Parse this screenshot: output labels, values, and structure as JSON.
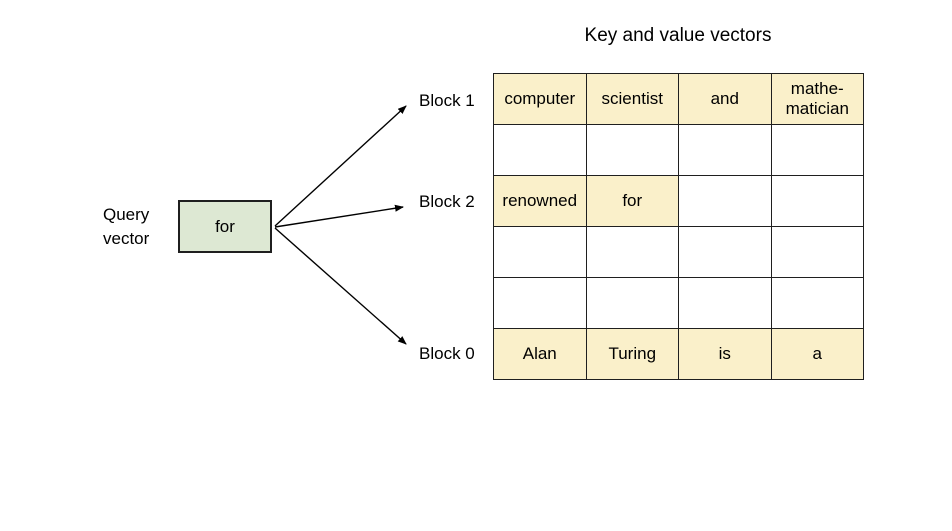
{
  "title": "Key and value vectors",
  "query_vector": {
    "label_line1": "Query",
    "label_line2": "vector",
    "box_label": "for"
  },
  "blocks": [
    {
      "label": "Block 1"
    },
    {
      "label": "Block 2"
    },
    {
      "label": "Block 0"
    }
  ],
  "table": {
    "rows": [
      {
        "cells": [
          {
            "text": "computer",
            "highlighted": true
          },
          {
            "text": "scientist",
            "highlighted": true
          },
          {
            "text": "and",
            "highlighted": true
          },
          {
            "text": "mathe-\nmatician",
            "highlighted": true
          }
        ]
      },
      {
        "cells": [
          {
            "text": "",
            "highlighted": false
          },
          {
            "text": "",
            "highlighted": false
          },
          {
            "text": "",
            "highlighted": false
          },
          {
            "text": "",
            "highlighted": false
          }
        ]
      },
      {
        "cells": [
          {
            "text": "renowned",
            "highlighted": true
          },
          {
            "text": "for",
            "highlighted": true
          },
          {
            "text": "",
            "highlighted": false
          },
          {
            "text": "",
            "highlighted": false
          }
        ]
      },
      {
        "cells": [
          {
            "text": "",
            "highlighted": false
          },
          {
            "text": "",
            "highlighted": false
          },
          {
            "text": "",
            "highlighted": false
          },
          {
            "text": "",
            "highlighted": false
          }
        ]
      },
      {
        "cells": [
          {
            "text": "",
            "highlighted": false
          },
          {
            "text": "",
            "highlighted": false
          },
          {
            "text": "",
            "highlighted": false
          },
          {
            "text": "",
            "highlighted": false
          }
        ]
      },
      {
        "cells": [
          {
            "text": "Alan",
            "highlighted": true
          },
          {
            "text": "Turing",
            "highlighted": true
          },
          {
            "text": "is",
            "highlighted": true
          },
          {
            "text": "a",
            "highlighted": true
          }
        ]
      }
    ]
  },
  "colors": {
    "highlight": "#faf0ca",
    "query_box_fill": "#dde8d3",
    "border": "#1f1f1f"
  }
}
